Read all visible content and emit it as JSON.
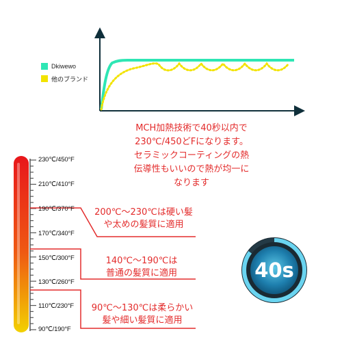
{
  "legend": {
    "items": [
      {
        "label": "Dkiwewo",
        "color": "#2ee6b4"
      },
      {
        "label": "他のブランド",
        "color": "#f2e300"
      }
    ]
  },
  "description": {
    "lines": [
      "MCH加熱技術で40秒以内で",
      "230℃/450どFになります。",
      "セラミックコーティングの熱",
      "伝導性もいいので熱が均一に",
      "なります"
    ]
  },
  "thermometer": {
    "ticks": [
      "230℃/450°F",
      "210℃/410°F",
      "190℃/370°F",
      "170℃/340°F",
      "150℃/300°F",
      "130℃/260°F",
      "110℃/230°F",
      "90℃/190°F"
    ],
    "colors": {
      "top": "#e8161b",
      "bottom": "#f2d100"
    }
  },
  "notes": [
    {
      "line1": "200℃～230℃は硬い髪",
      "line2": "や太めの髪質に適用"
    },
    {
      "line1": "140℃～190℃は",
      "line2": "普通の髪質に適用"
    },
    {
      "line1": "90℃～130℃は柔らかい",
      "line2": "髪や細い髪質に適用"
    }
  ],
  "badge": {
    "text": "40s",
    "progress": 0.85
  },
  "colors": {
    "accent_red": "#e32b2b",
    "graph_line": "#0f2f3a"
  }
}
